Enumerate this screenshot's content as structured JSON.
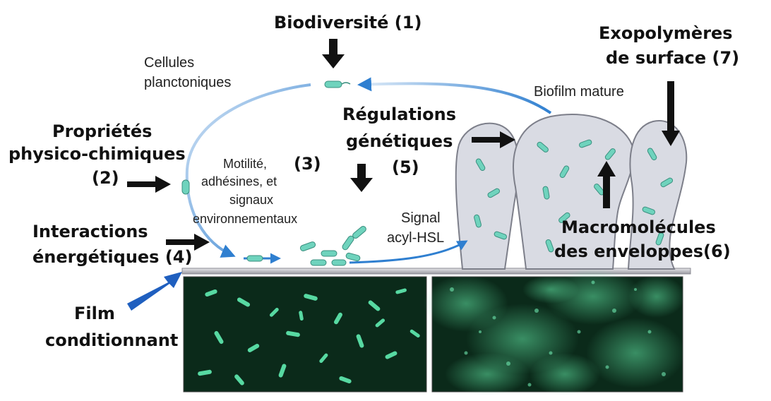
{
  "labels": {
    "biodiversite": "Biodiversité (1)",
    "cellules_l1": "Cellules",
    "cellules_l2": "planctoniques",
    "exo_l1": "Exopolymères",
    "exo_l2": "de surface (7)",
    "biofilm_mature": "Biofilm mature",
    "proprietes_l1": "Propriétés",
    "proprietes_l2": "physico-chimiques",
    "proprietes_l3": "(2)",
    "motilite_l1": "Motilité,",
    "motilite_l2": "adhésines, et",
    "motilite_l3": "signaux",
    "motilite_l4": "environnementaux",
    "motilite_num": "(3)",
    "regulations_l1": "Régulations",
    "regulations_l2": "génétiques",
    "regulations_l3": "(5)",
    "signal_l1": "Signal",
    "signal_l2": "acyl-HSL",
    "interactions_l1": "Interactions",
    "interactions_l2": "énergétiques (4)",
    "macro_l1": "Macromolécules",
    "macro_l2": "des enveloppes(6)",
    "film_l1": "Film",
    "film_l2": "conditionnant"
  },
  "colors": {
    "arrow_black": "#111111",
    "arrow_blue": "#1f5fbf",
    "cycle_blue": "#2f7fd0",
    "bacteria": "#6fd3bd",
    "biofilm": "#d9dbe3",
    "micro_bg": "#0b2a1a",
    "micro_glow": "#3fcf8a"
  }
}
